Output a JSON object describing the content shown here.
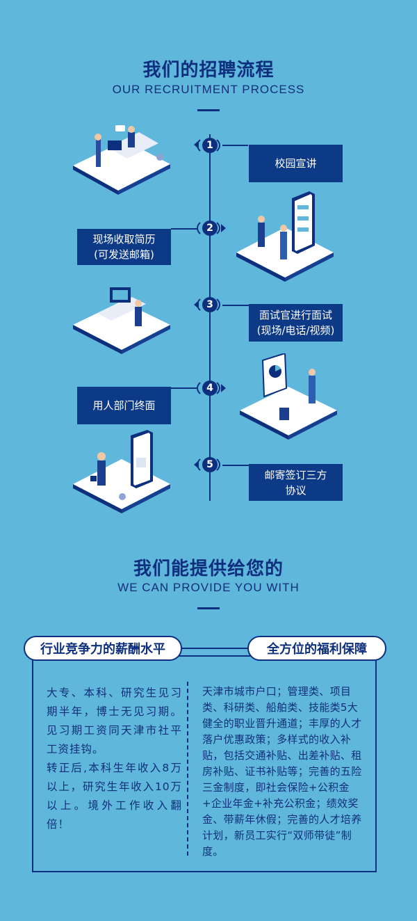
{
  "section1": {
    "title_cn": "我们的招聘流程",
    "title_en": "OUR RECRUITMENT PROCESS",
    "steps": [
      {
        "number": "1",
        "label": "校园宣讲"
      },
      {
        "number": "2",
        "label": "现场收取简历\n(可发送邮箱)"
      },
      {
        "number": "3",
        "label": "面试官进行面试\n(现场/电话/视频)"
      },
      {
        "number": "4",
        "label": "用人部门终面"
      },
      {
        "number": "5",
        "label": "邮寄签订三方\n协议"
      }
    ]
  },
  "section2": {
    "title_cn": "我们能提供给您的",
    "title_en": "WE CAN PROVIDE YOU WITH",
    "left_header": "行业竞争力的薪酬水平",
    "right_header": "全方位的福利保障",
    "left_paragraphs": [
      "大专、本科、研究生见习期半年，博士无见习期。见习期工资同天津市社平工资挂钩。",
      "转正后,本科生年收入8万以上，研究生年收入10万以上。境外工作收入翻倍！"
    ],
    "right_text": "天津市城市户口；管理类、项目类、科研类、船舶类、技能类5大健全的职业晋升通道；丰厚的人才落户优惠政策；多样式的收入补贴，包括交通补贴、出差补贴、租房补贴、证书补贴等；完善的五险三金制度，即社会保险+公积金+企业年金+补充公积金；绩效奖金、带薪年休假；完善的人才培养计划，新员工实行“双师带徒”制度。"
  },
  "colors": {
    "background": "#5fb7dc",
    "primary": "#0e2f7d",
    "box": "#0d3a86"
  }
}
